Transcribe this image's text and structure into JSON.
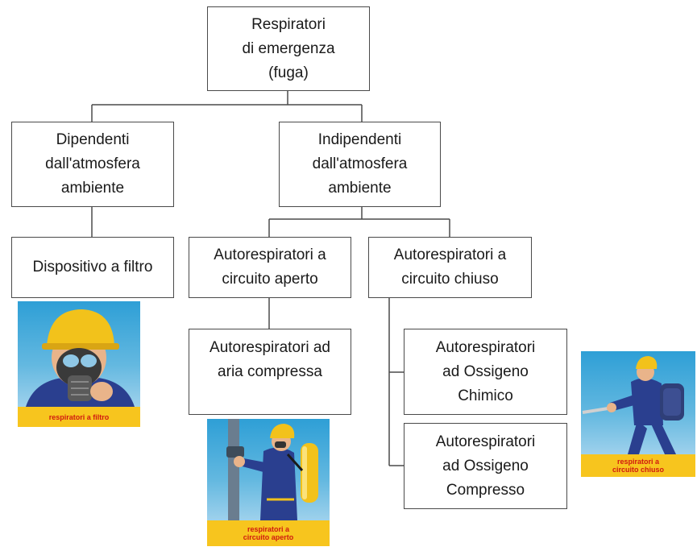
{
  "nodes": {
    "root": "Respiratori\ndi emergenza\n(fuga)",
    "dependent": "Dipendenti\ndall'atmosfera\nambiente",
    "independent": "Indipendenti\ndall'atmosfera\nambiente",
    "filter_device": "Dispositivo a filtro",
    "open_circuit": "Autorespiratori a\ncircuito aperto",
    "closed_circuit": "Autorespiratori a\ncircuito chiuso",
    "compressed_air": "Autorespiratori ad\naria compressa",
    "chemical_oxygen": "Autorespiratori\nad Ossigeno\nChimico",
    "compressed_oxygen": "Autorespiratori\nad Ossigeno\nCompresso"
  },
  "images": {
    "filter": {
      "caption": "respiratori a filtro",
      "icon": "firefighter-gas-mask-illustration"
    },
    "open": {
      "caption": "respiratori a\ncircuito aperto",
      "icon": "firefighter-air-tank-illustration"
    },
    "closed": {
      "caption": "respiratori a\ncircuito chiuso",
      "icon": "firefighter-closed-circuit-illustration"
    }
  },
  "colors": {
    "line": "#4a4a4a",
    "caption_band": "#f7c51e",
    "caption_text": "#d01a10",
    "sky": "#2e9fd6",
    "helmet": "#f2c21b",
    "uniform": "#2a3f8f"
  }
}
